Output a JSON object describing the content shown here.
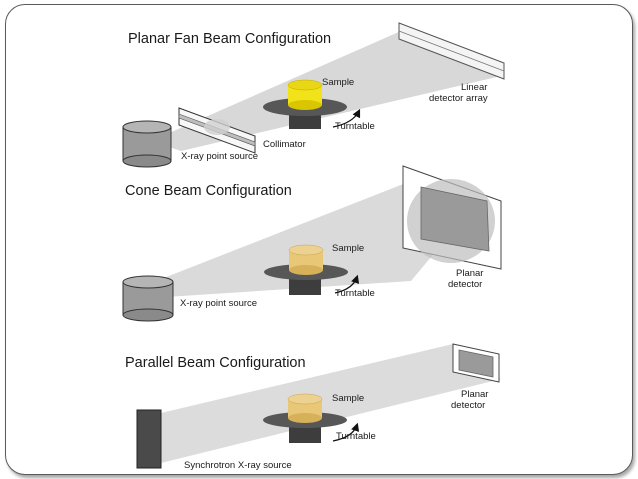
{
  "panels": {
    "planar_fan": {
      "title": "Planar Fan Beam Configuration",
      "sample": "Sample",
      "detector_line1": "Linear",
      "detector_line2": "detector array",
      "turntable": "Turntable",
      "collimator": "Collimator",
      "source": "X-ray point source"
    },
    "cone": {
      "title": "Cone Beam Configuration",
      "sample": "Sample",
      "detector_line1": "Planar",
      "detector_line2": "detector",
      "turntable": "Turntable",
      "source": "X-ray point source"
    },
    "parallel": {
      "title": "Parallel Beam Configuration",
      "sample": "Sample",
      "detector_line1": "Planar",
      "detector_line2": "detector",
      "turntable": "Turntable",
      "source": "Synchrotron X-ray source"
    }
  },
  "colors": {
    "beam": "#d2d2d2",
    "metal_dark": "#4a4a4a",
    "source_gray": "#9a9a9a",
    "sample_yellow": "#f2e21a",
    "sample_tan": "#e8c777"
  }
}
